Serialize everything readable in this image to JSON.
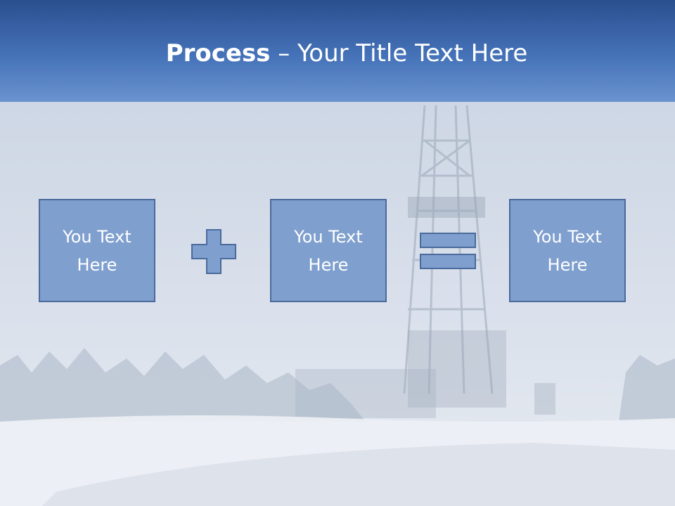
{
  "slide": {
    "title_bold": "Process",
    "title_rest": " – Your Title Text Here",
    "boxes": [
      {
        "text": "You Text\nHere"
      },
      {
        "text": "You Text\nHere"
      },
      {
        "text": "You Text\nHere"
      }
    ],
    "operators": [
      "plus-icon",
      "equals-icon"
    ],
    "colors": {
      "header_top": "#2a4f8e",
      "header_bottom": "#6a93cf",
      "box_fill": "#7f9fce",
      "box_border": "#4a6a9c",
      "text": "#ffffff"
    }
  }
}
